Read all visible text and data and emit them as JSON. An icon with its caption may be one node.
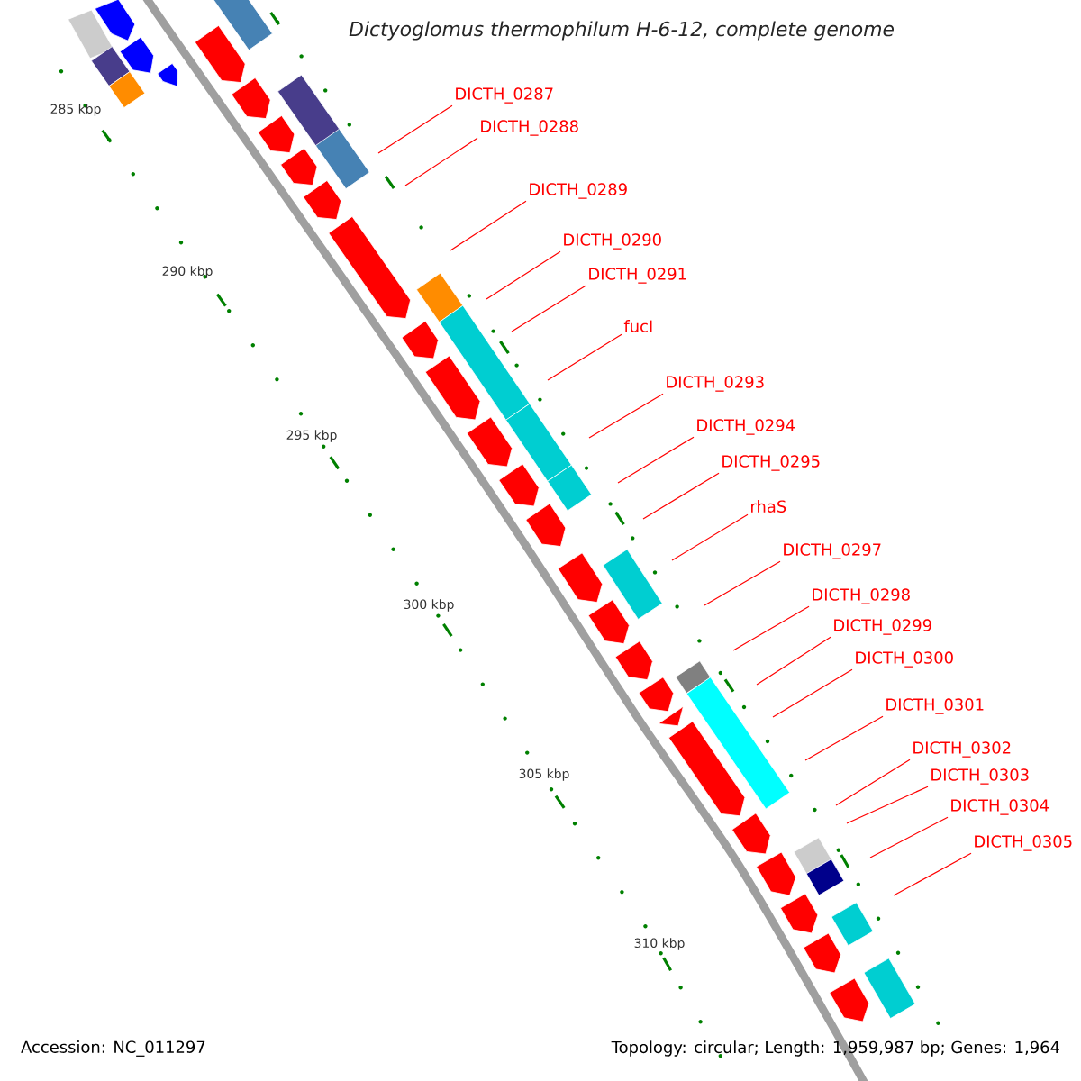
{
  "diagram": {
    "title": "Dictyoglomus thermophilum H-6-12, complete genome",
    "nodes": [
      {
        "text": [
          "DICTH_0287"
        ]
      },
      {
        "text": [
          "DICTH_0288"
        ]
      },
      {
        "text": [
          "DICTH_0289"
        ]
      },
      {
        "text": [
          "DICTH_0290"
        ]
      },
      {
        "text": [
          "DICTH_0291"
        ]
      },
      {
        "text": [
          "fucI"
        ]
      },
      {
        "text": [
          "DICTH_0293"
        ]
      },
      {
        "text": [
          "DICTH_0294"
        ]
      },
      {
        "text": [
          "DICTH_0295"
        ]
      },
      {
        "text": [
          "rhaS"
        ]
      },
      {
        "text": [
          "DICTH_0297"
        ]
      },
      {
        "text": [
          "DICTH_0298"
        ]
      },
      {
        "text": [
          "DICTH_0299"
        ]
      },
      {
        "text": [
          "DICTH_0300"
        ]
      },
      {
        "text": [
          "DICTH_0301"
        ]
      },
      {
        "text": [
          "DICTH_0302"
        ]
      },
      {
        "text": [
          "DICTH_0303"
        ]
      },
      {
        "text": [
          "DICTH_0304"
        ]
      },
      {
        "text": [
          "DICTH_0305"
        ]
      }
    ],
    "edges": [
      {
        "from": 0,
        "to": null,
        "arrow": "none"
      },
      {
        "from": 1,
        "to": null,
        "arrow": "none"
      },
      {
        "from": 2,
        "to": null,
        "arrow": "none"
      },
      {
        "from": 3,
        "to": null,
        "arrow": "none"
      },
      {
        "from": 4,
        "to": null,
        "arrow": "none"
      },
      {
        "from": 5,
        "to": null,
        "arrow": "none"
      },
      {
        "from": 6,
        "to": null,
        "arrow": "none"
      },
      {
        "from": 7,
        "to": null,
        "arrow": "none"
      },
      {
        "from": 8,
        "to": null,
        "arrow": "none"
      },
      {
        "from": 9,
        "to": null,
        "arrow": "none"
      },
      {
        "from": 10,
        "to": null,
        "arrow": "none"
      },
      {
        "from": 11,
        "to": null,
        "arrow": "none"
      },
      {
        "from": 12,
        "to": null,
        "arrow": "none"
      },
      {
        "from": 13,
        "to": null,
        "arrow": "none"
      },
      {
        "from": 14,
        "to": null,
        "arrow": "none"
      },
      {
        "from": 15,
        "to": null,
        "arrow": "none"
      },
      {
        "from": 16,
        "to": null,
        "arrow": "none"
      },
      {
        "from": 17,
        "to": null,
        "arrow": "none"
      },
      {
        "from": 18,
        "to": null,
        "arrow": "none"
      }
    ],
    "labels": [
      "285 kbp",
      "290 kbp",
      "295 kbp",
      "300 kbp",
      "305 kbp",
      "310 kbp",
      "Accession: NC_011297",
      "Topology: circular; Length: 1,959,987 bp; Genes: 1,964"
    ]
  }
}
